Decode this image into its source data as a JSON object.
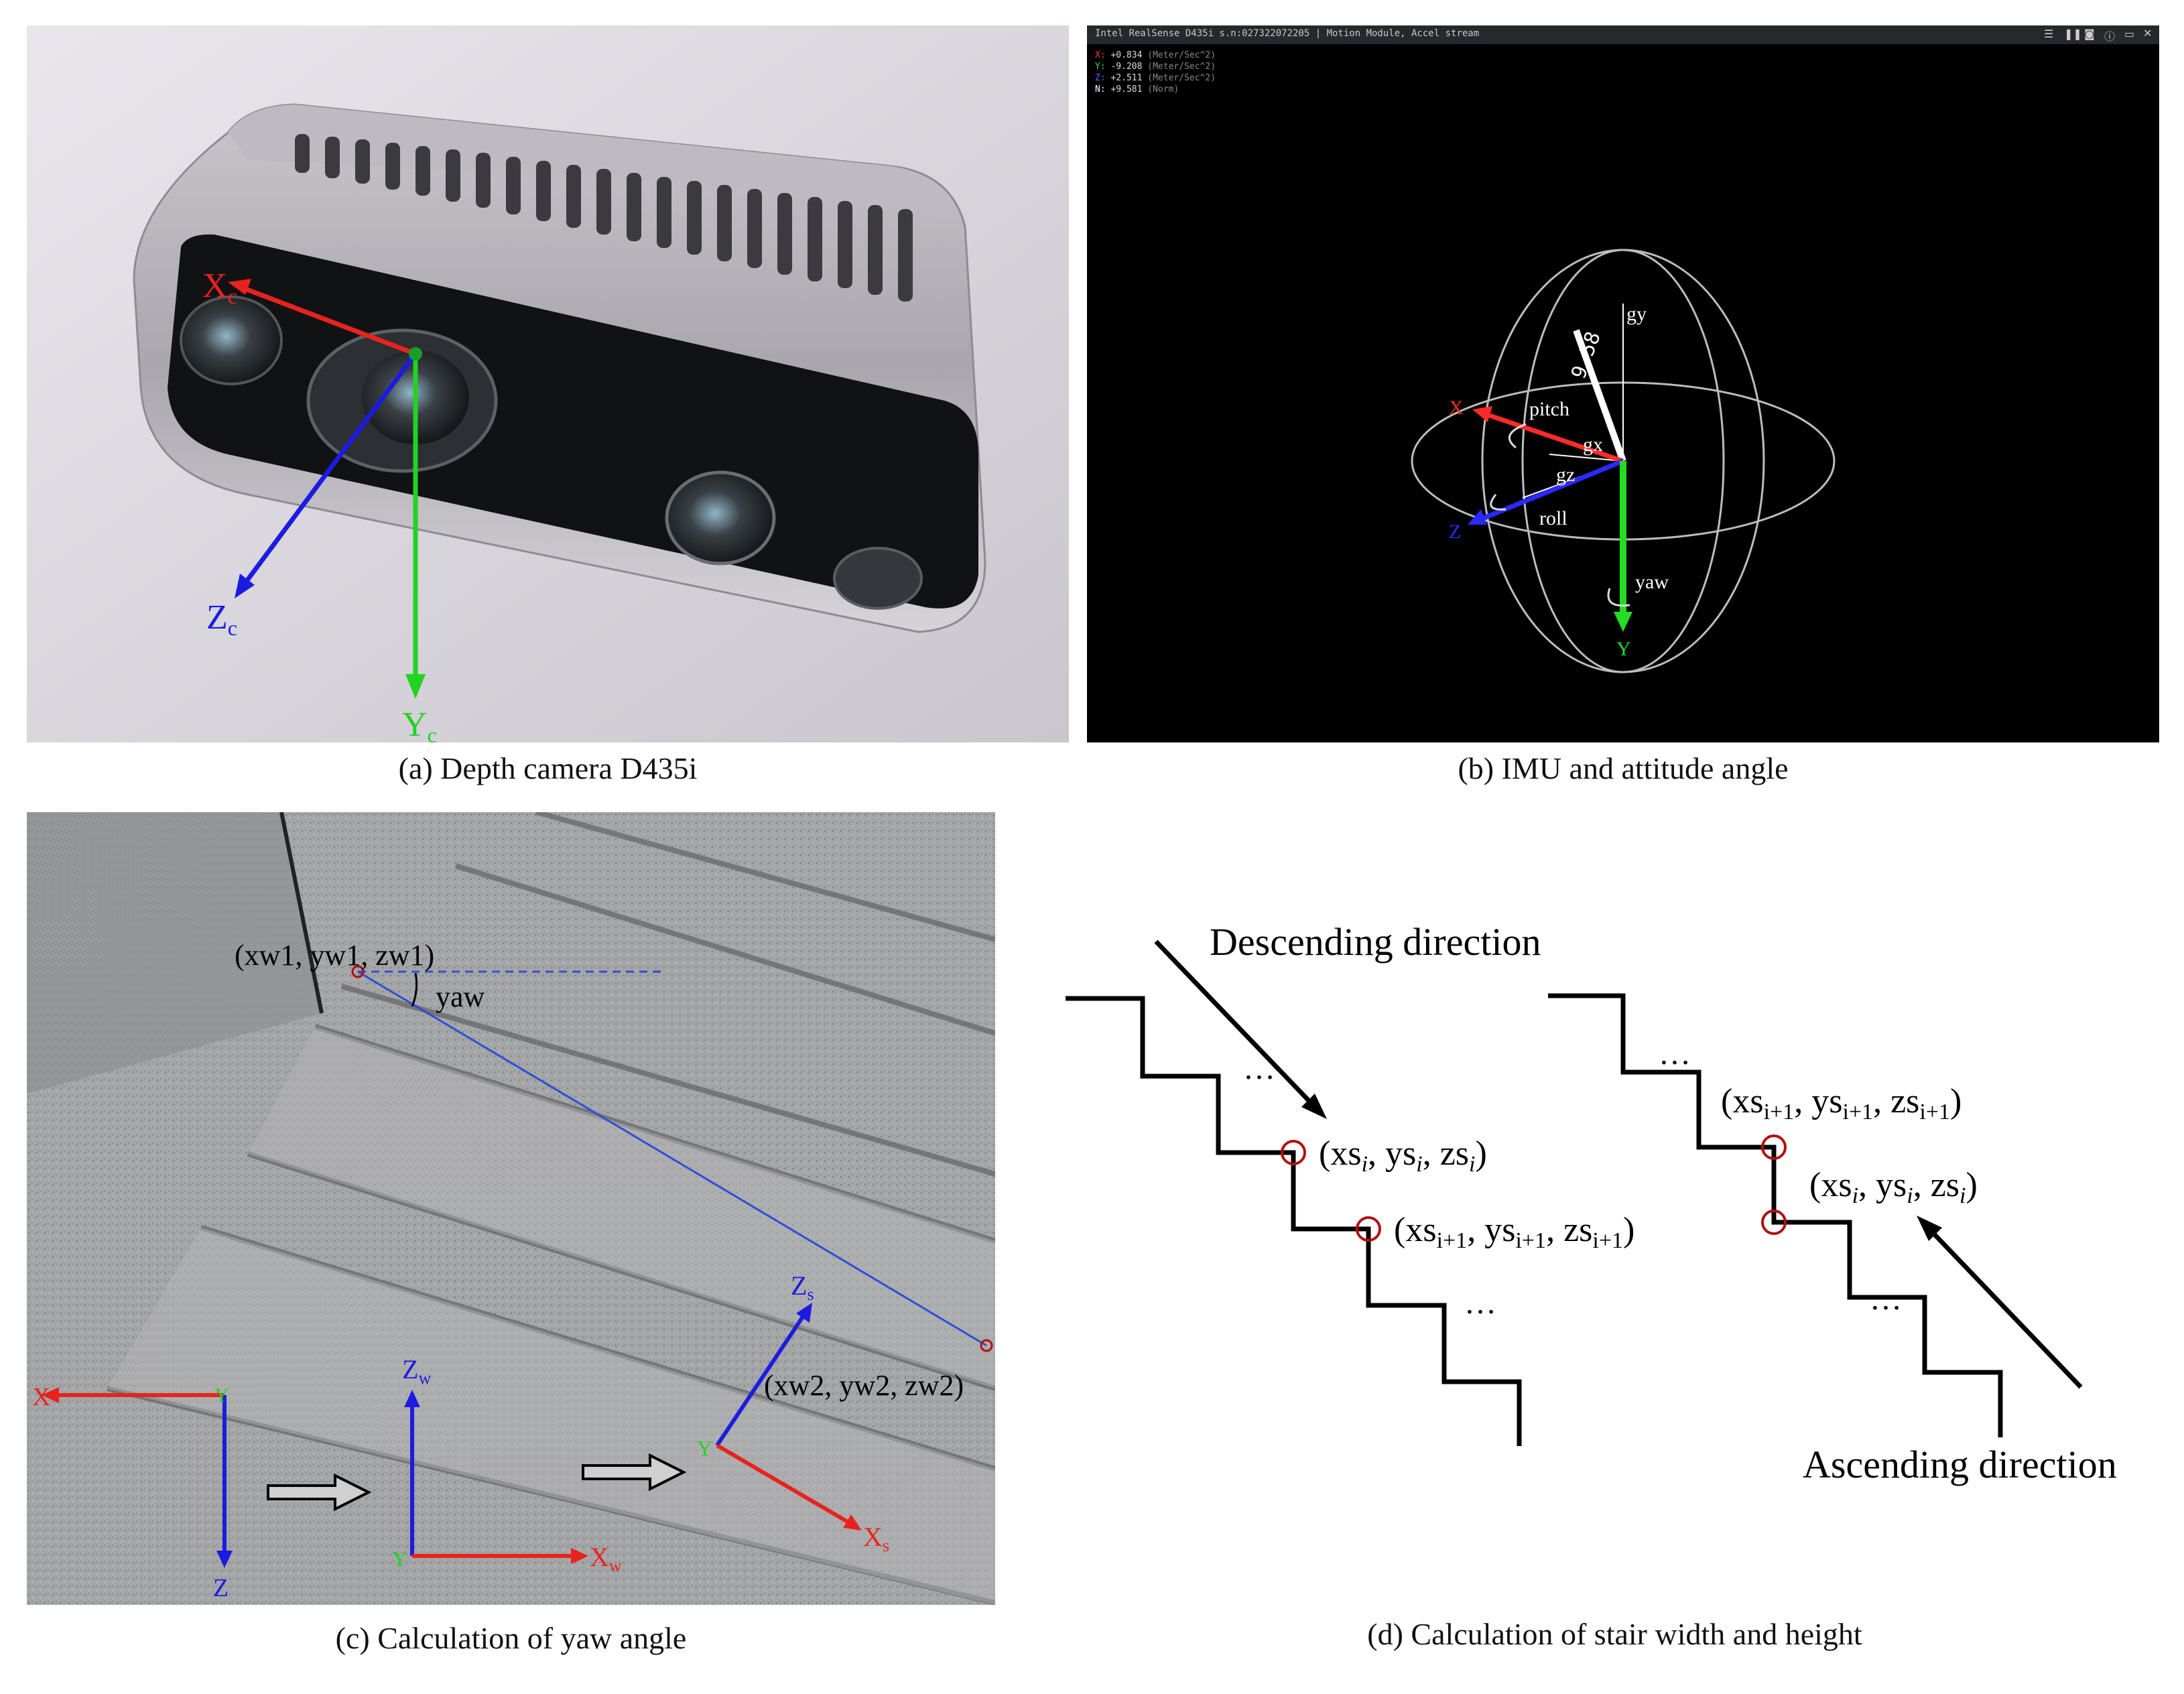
{
  "panels": {
    "a": {
      "caption": "(a) Depth camera D435i",
      "axes": {
        "x": "X",
        "y": "Y",
        "z": "Z",
        "sub": "c"
      }
    },
    "b": {
      "caption": "(b) IMU and attitude angle",
      "window_title": "Intel RealSense D435i s.n:027322072205 | Motion Module, Accel stream",
      "readouts": [
        {
          "axis": "X:",
          "value": "+0.834",
          "unit": "(Meter/Sec^2)",
          "color": "#ff3b3b"
        },
        {
          "axis": "Y:",
          "value": "-9.208",
          "unit": "(Meter/Sec^2)",
          "color": "#33dd33"
        },
        {
          "axis": "Z:",
          "value": "+2.511",
          "unit": "(Meter/Sec^2)",
          "color": "#4d6bff"
        },
        {
          "axis": "N:",
          "value": "+9.581",
          "unit": "(Norm)",
          "color": "#ffffff"
        }
      ],
      "labels": {
        "gy": "gy",
        "gx": "gx",
        "gz": "gz",
        "pitch": "pitch",
        "roll": "roll",
        "yaw": "yaw",
        "x": "X",
        "y": "Y",
        "z": "Z",
        "magnitude": "9.58"
      }
    },
    "c": {
      "caption": "(c) Calculation of yaw angle",
      "point1": "(xw1, yw1, zw1)",
      "point2": "(xw2, yw2, zw2)",
      "yaw": "yaw",
      "frame_camera": {
        "x": "X",
        "y": "Y",
        "z": "Z"
      },
      "frame_world": {
        "x": "X",
        "y": "Y",
        "z": "Z",
        "sub": "w"
      },
      "frame_stair": {
        "x": "X",
        "y": "Y",
        "z": "Z",
        "sub": "s"
      }
    },
    "d": {
      "caption": "(d) Calculation of stair width and height",
      "descending": "Descending direction",
      "ascending": "Ascending direction",
      "ellipsis": "…",
      "point_i_base": [
        "(xs",
        ", ys",
        ", zs",
        ")"
      ],
      "sub_i": "i",
      "sub_i1": "i+1"
    }
  },
  "colors": {
    "red": "#e8231e",
    "green": "#22d322",
    "blue": "#1c1ce0",
    "stair_line": "#2c4fd8",
    "circle": "#b01010"
  }
}
